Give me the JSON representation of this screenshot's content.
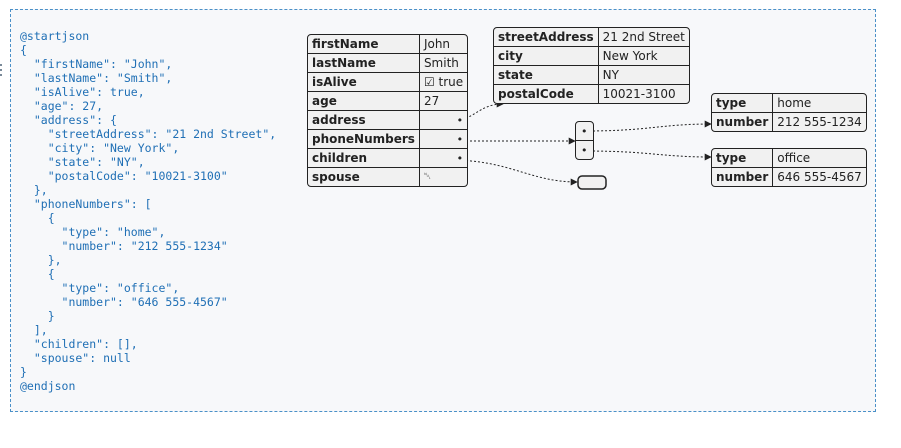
{
  "code_lines": [
    "@startjson",
    "{",
    "  \"firstName\": \"John\",",
    "  \"lastName\": \"Smith\",",
    "  \"isAlive\": true,",
    "  \"age\": 27,",
    "  \"address\": {",
    "    \"streetAddress\": \"21 2nd Street\",",
    "    \"city\": \"New York\",",
    "    \"state\": \"NY\",",
    "    \"postalCode\": \"10021-3100\"",
    "  },",
    "  \"phoneNumbers\": [",
    "    {",
    "      \"type\": \"home\",",
    "      \"number\": \"212 555-1234\"",
    "    },",
    "    {",
    "      \"type\": \"office\",",
    "      \"number\": \"646 555-4567\"",
    "    }",
    "  ],",
    "  \"children\": [],",
    "  \"spouse\": null",
    "}",
    "@endjson"
  ],
  "root": {
    "rows": [
      {
        "key": "firstName",
        "value": "John"
      },
      {
        "key": "lastName",
        "value": "Smith"
      },
      {
        "key": "isAlive",
        "value": "☑ true"
      },
      {
        "key": "age",
        "value": "27"
      },
      {
        "key": "address",
        "value": "•"
      },
      {
        "key": "phoneNumbers",
        "value": "•"
      },
      {
        "key": "children",
        "value": "•"
      },
      {
        "key": "spouse",
        "value": "␀"
      }
    ]
  },
  "address": {
    "rows": [
      {
        "key": "streetAddress",
        "value": "21 2nd Street"
      },
      {
        "key": "city",
        "value": "New York"
      },
      {
        "key": "state",
        "value": "NY"
      },
      {
        "key": "postalCode",
        "value": "10021-3100"
      }
    ]
  },
  "phone_array": {
    "items": [
      "•",
      "•"
    ]
  },
  "phone_home": {
    "rows": [
      {
        "key": "type",
        "value": "home"
      },
      {
        "key": "number",
        "value": "212 555-1234"
      }
    ]
  },
  "phone_office": {
    "rows": [
      {
        "key": "type",
        "value": "office"
      },
      {
        "key": "number",
        "value": "646 555-4567"
      }
    ]
  },
  "colors": {
    "code": "#1f6fb5",
    "frame_border": "#4a90c8",
    "node_fill": "#f1f1f1"
  }
}
